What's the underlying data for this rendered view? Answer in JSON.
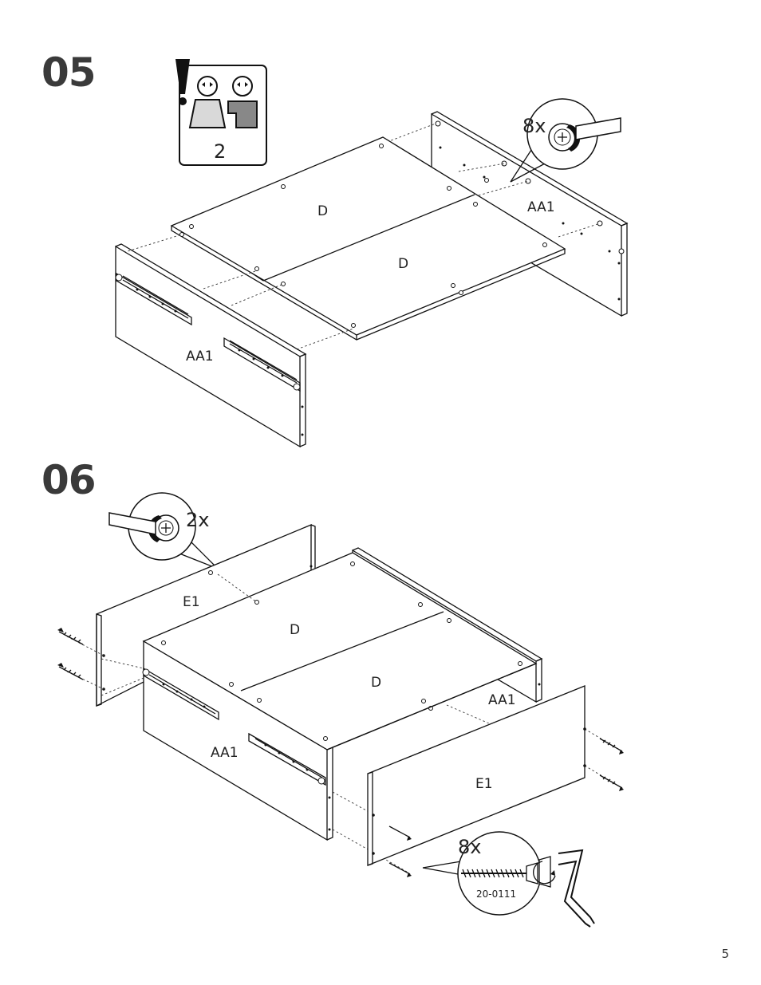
{
  "page": {
    "number": "5"
  },
  "step05": {
    "number": "05",
    "people_count": "2",
    "cam_count": "8x",
    "labels": {
      "top_panel_left": "D",
      "top_panel_right": "D",
      "side_right": "AA1",
      "side_left": "AA1"
    }
  },
  "step06": {
    "number": "06",
    "cam_count": "2x",
    "dowel_count": "8x",
    "part_code": "20-0111",
    "labels": {
      "end_left": "E1",
      "panel_d_left": "D",
      "panel_d_right": "D",
      "side_right": "AA1",
      "side_left": "AA1",
      "end_right": "E1"
    }
  }
}
